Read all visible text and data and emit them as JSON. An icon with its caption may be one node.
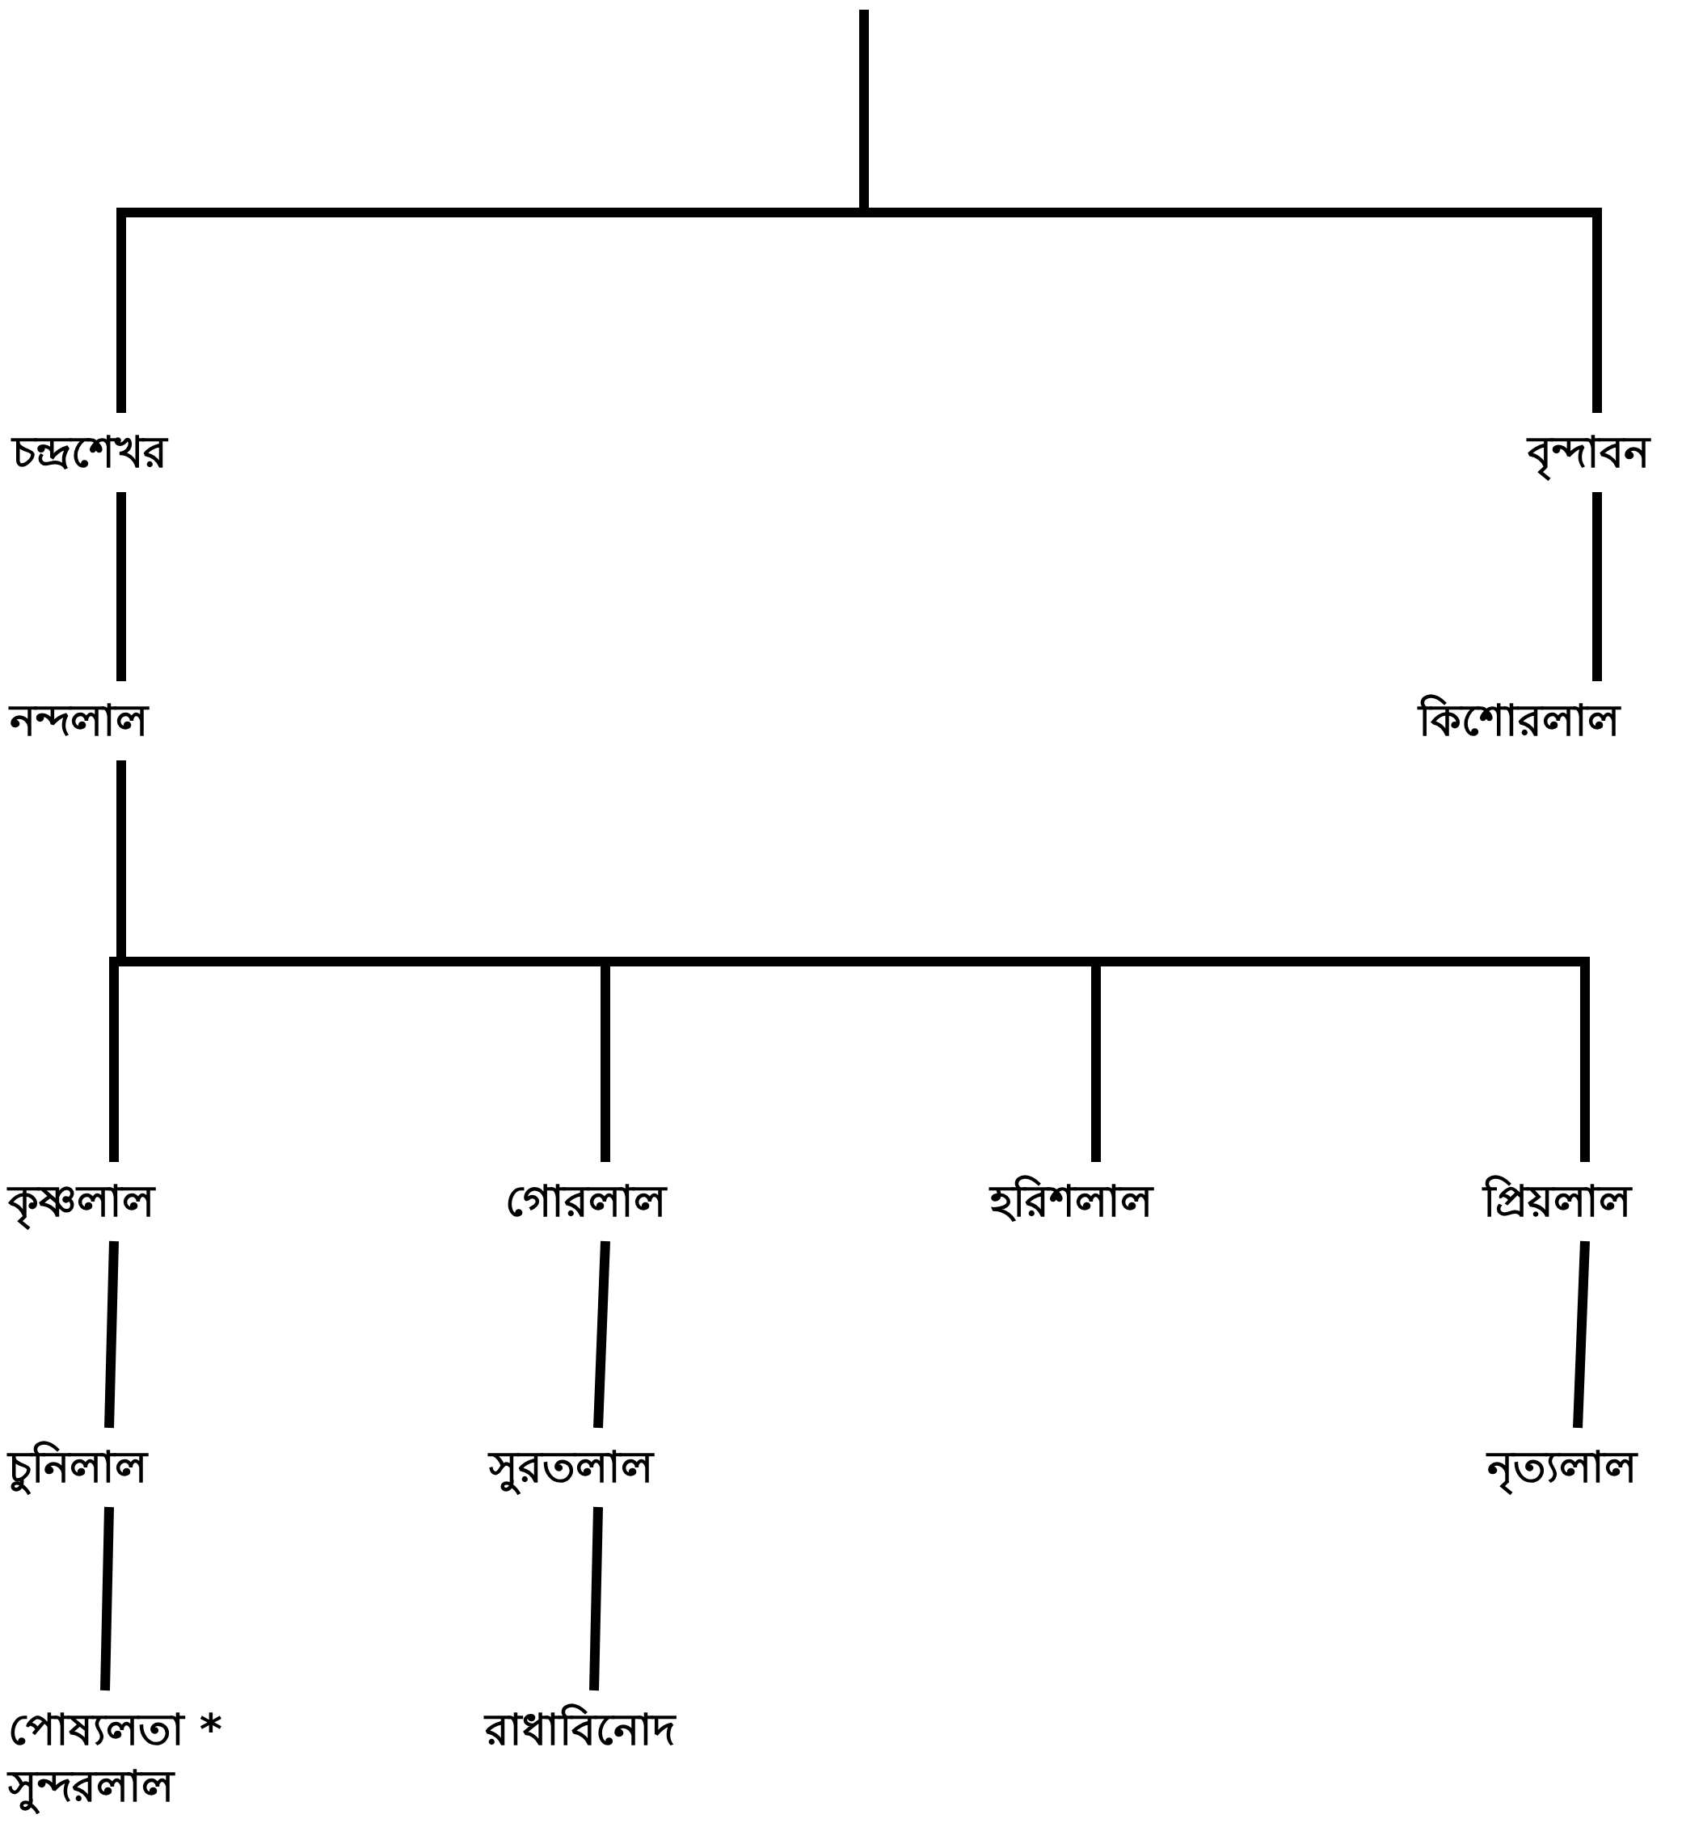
{
  "diagram": {
    "nodes": [
      {
        "text": [
          "চন্দ্রশেখর"
        ]
      },
      {
        "text": [
          "বৃন্দাবন"
        ]
      },
      {
        "text": [
          "নন্দলাল"
        ]
      },
      {
        "text": [
          "কিশোরলাল"
        ]
      },
      {
        "text": [
          "কৃষ্ণলাল"
        ]
      },
      {
        "text": [
          "গোরলাল"
        ]
      },
      {
        "text": [
          "হরিশলাল"
        ]
      },
      {
        "text": [
          "প্রিয়লাল"
        ]
      },
      {
        "text": [
          "চুনিলাল"
        ]
      },
      {
        "text": [
          "সুরতলাল"
        ]
      },
      {
        "text": [
          "নৃত্যলাল"
        ]
      },
      {
        "text": [
          "পোষ্যলতা *",
          "সুন্দরলাল"
        ]
      },
      {
        "text": [
          "রাধাবিনোদ"
        ]
      }
    ],
    "edges": [
      {
        "from": null,
        "to": 0,
        "arrow": "none"
      },
      {
        "from": null,
        "to": 1,
        "arrow": "none"
      },
      {
        "from": 0,
        "to": 2,
        "arrow": "none"
      },
      {
        "from": 1,
        "to": 3,
        "arrow": "none"
      },
      {
        "from": 2,
        "to": 4,
        "arrow": "none"
      },
      {
        "from": 2,
        "to": 5,
        "arrow": "none"
      },
      {
        "from": 2,
        "to": 6,
        "arrow": "none"
      },
      {
        "from": 2,
        "to": 7,
        "arrow": "none"
      },
      {
        "from": 4,
        "to": 8,
        "arrow": "none"
      },
      {
        "from": 5,
        "to": 9,
        "arrow": "none"
      },
      {
        "from": 7,
        "to": 10,
        "arrow": "none"
      },
      {
        "from": 8,
        "to": 11,
        "arrow": "none"
      },
      {
        "from": 9,
        "to": 12,
        "arrow": "none"
      }
    ]
  }
}
